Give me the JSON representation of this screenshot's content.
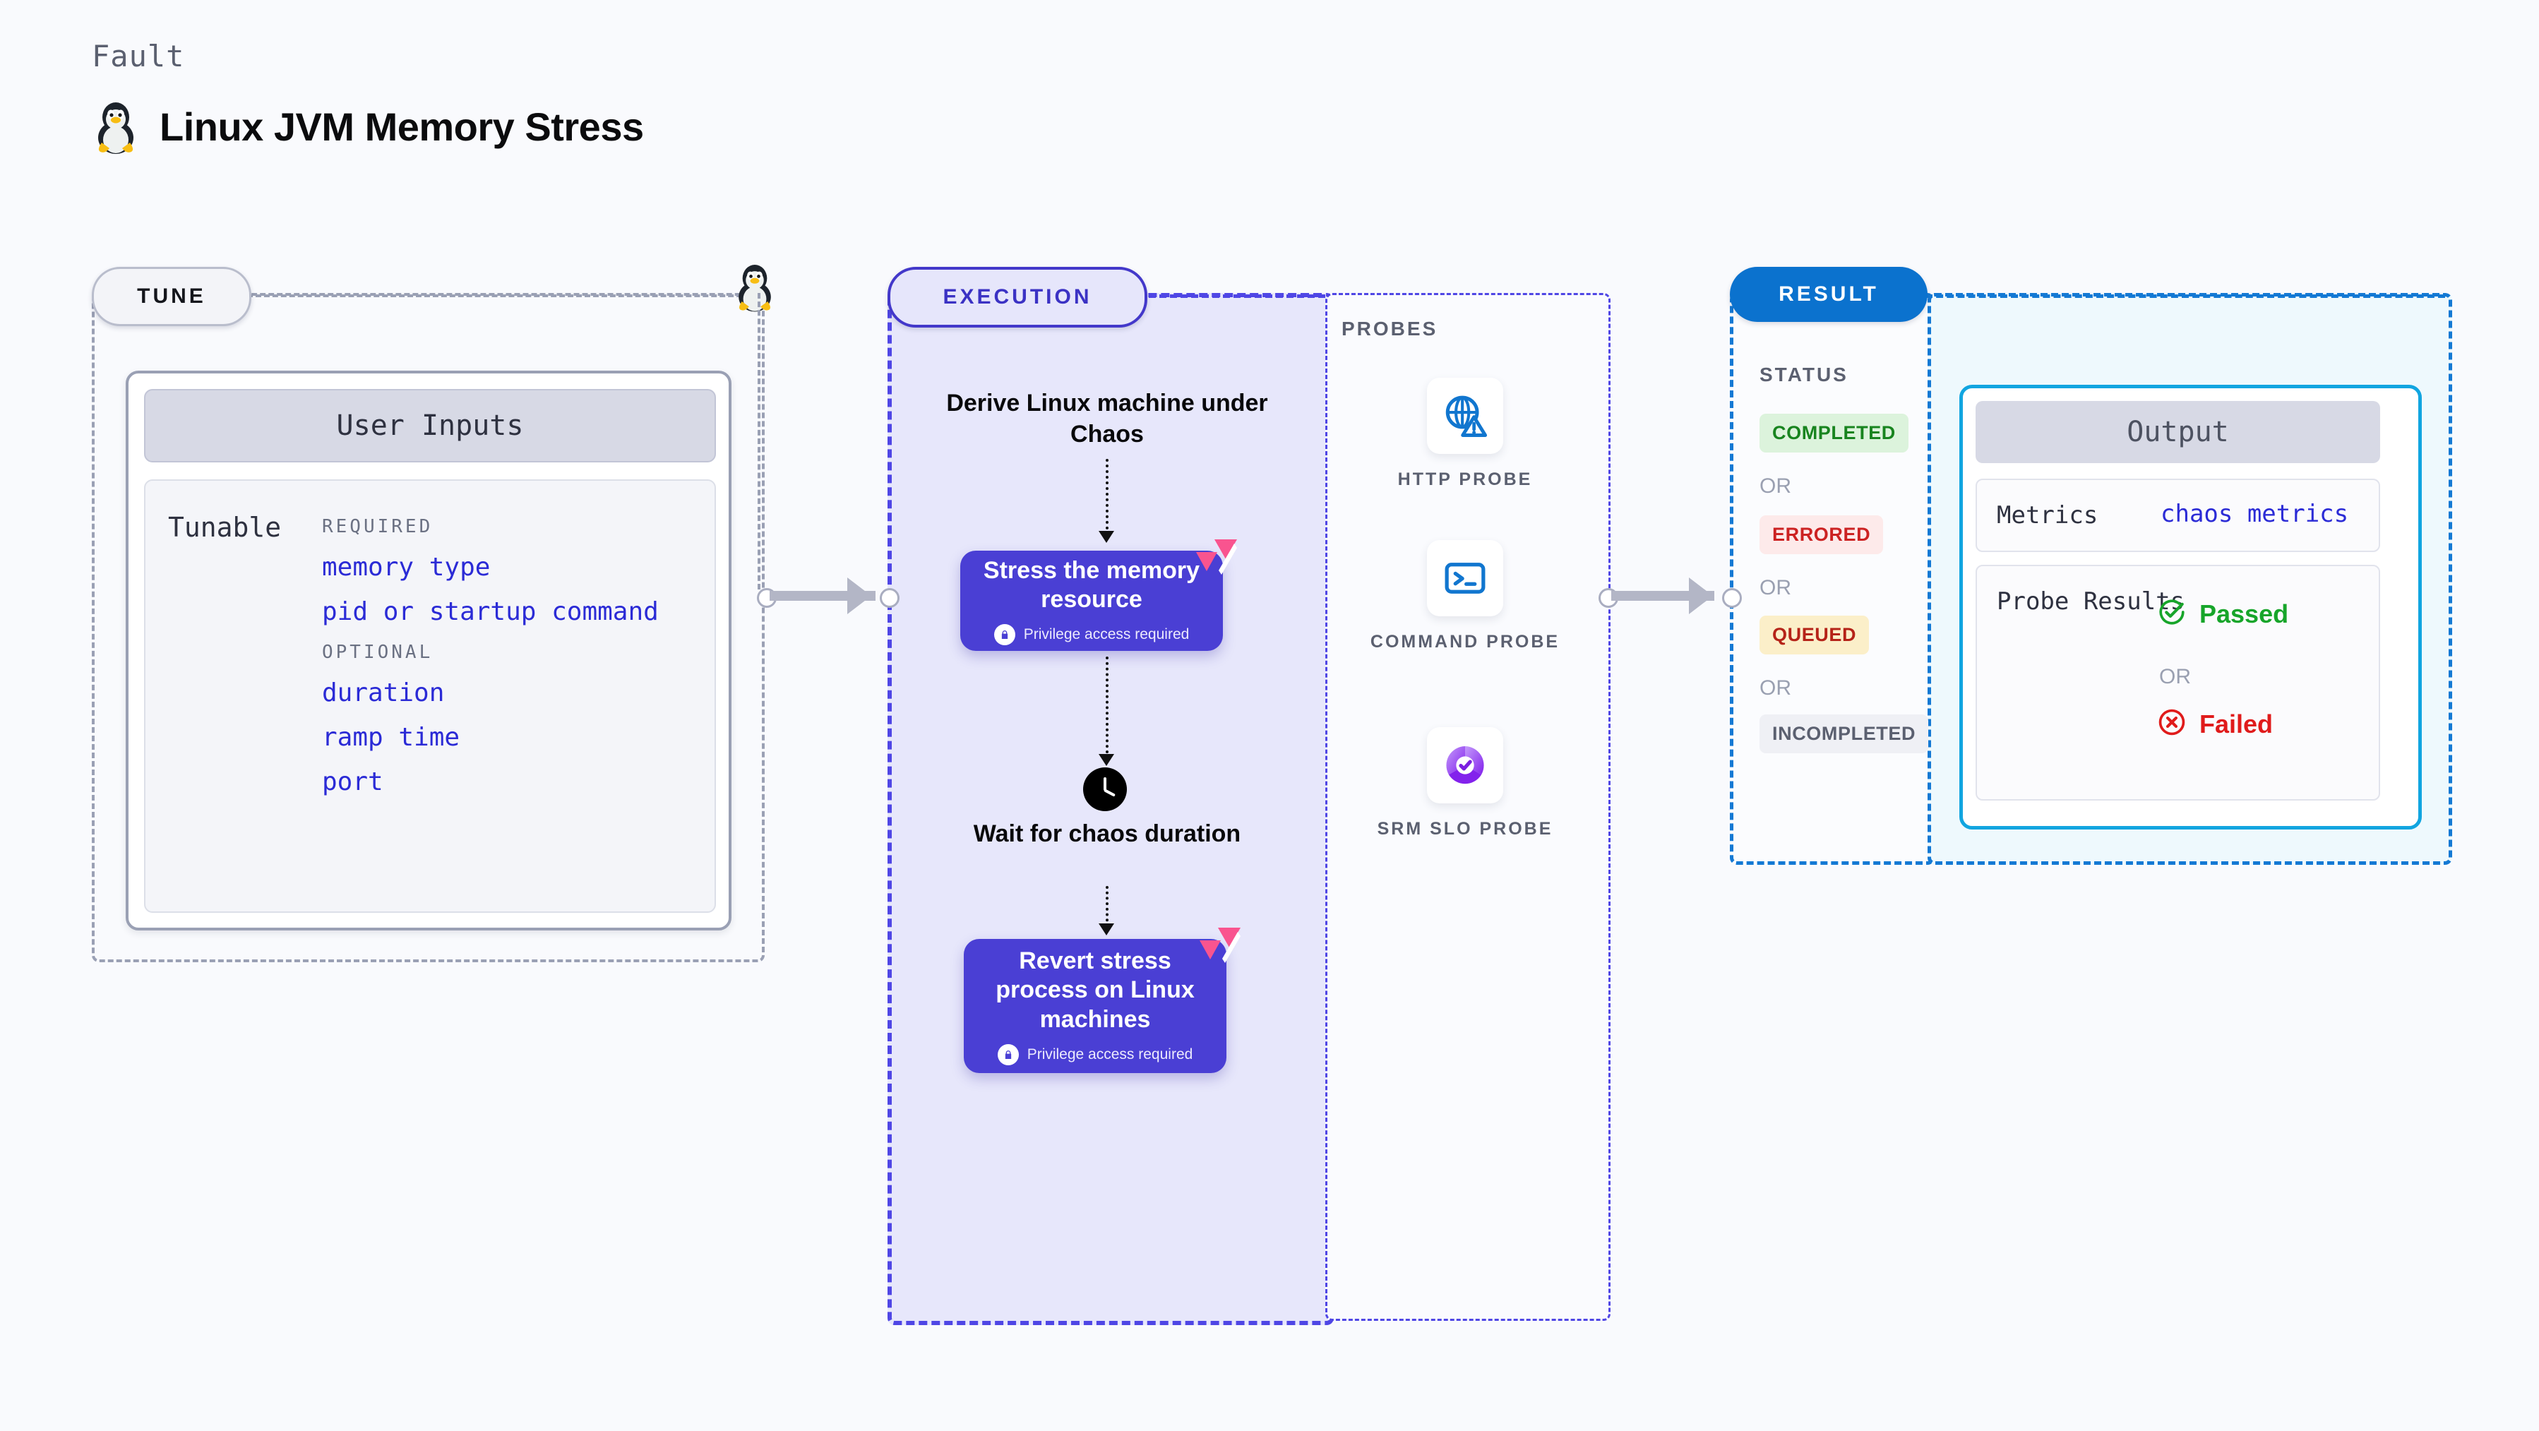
{
  "header": {
    "kicker": "Fault",
    "title": "Linux JVM Memory Stress",
    "icon": "tux-penguin-icon"
  },
  "tune": {
    "pill_label": "TUNE",
    "card_header": "User Inputs",
    "tunable_label": "Tunable",
    "groups": [
      {
        "title": "REQUIRED",
        "items": [
          "memory type",
          "pid or startup command"
        ]
      },
      {
        "title": "OPTIONAL",
        "items": [
          "duration",
          "ramp time",
          "port"
        ]
      }
    ]
  },
  "execution": {
    "pill_label": "EXECUTION",
    "steps": [
      {
        "type": "text",
        "label": "Derive Linux machine under Chaos"
      },
      {
        "type": "card",
        "label": "Stress the memory resource",
        "privilege": "Privilege access required",
        "ribbon": "harness-ribbon-icon"
      },
      {
        "type": "text",
        "label": "Wait for chaos duration",
        "icon": "clock-icon"
      },
      {
        "type": "card",
        "label": "Revert stress process on Linux machines",
        "privilege": "Privilege access required",
        "ribbon": "harness-ribbon-icon"
      }
    ]
  },
  "probes": {
    "label": "PROBES",
    "items": [
      {
        "name": "HTTP PROBE",
        "icon": "globe-warning-icon"
      },
      {
        "name": "COMMAND PROBE",
        "icon": "terminal-icon"
      },
      {
        "name": "SRM SLO PROBE",
        "icon": "slo-donut-check-icon"
      }
    ]
  },
  "result": {
    "pill_label": "RESULT",
    "status_label": "STATUS",
    "or_label": "OR",
    "statuses": [
      {
        "label": "COMPLETED",
        "bg": "#dcf3dc",
        "color": "#18841f"
      },
      {
        "label": "ERRORED",
        "bg": "#fdeaea",
        "color": "#cc2222"
      },
      {
        "label": "QUEUED",
        "bg": "#fbefc9",
        "color": "#b52318"
      },
      {
        "label": "INCOMPLETED",
        "bg": "#eff0f5",
        "color": "#5b6070"
      }
    ],
    "output": {
      "header": "Output",
      "metrics_label": "Metrics",
      "metrics_value": "chaos metrics",
      "probe_results_label": "Probe Results",
      "passed_label": "Passed",
      "failed_label": "Failed",
      "or_label": "OR",
      "passed_color": "#17a52a",
      "failed_color": "#e01b1b"
    }
  },
  "colors": {
    "page_bg": "#f9fafd",
    "execution_bg": "#e7e7fb",
    "execution_border": "#4f46e5",
    "result_bg": "#eef9fd",
    "result_border": "#1479d4",
    "purple_card": "#4a3fd4",
    "link_blue": "#2b2bd6",
    "ribbon_pink": "#f9548f"
  }
}
